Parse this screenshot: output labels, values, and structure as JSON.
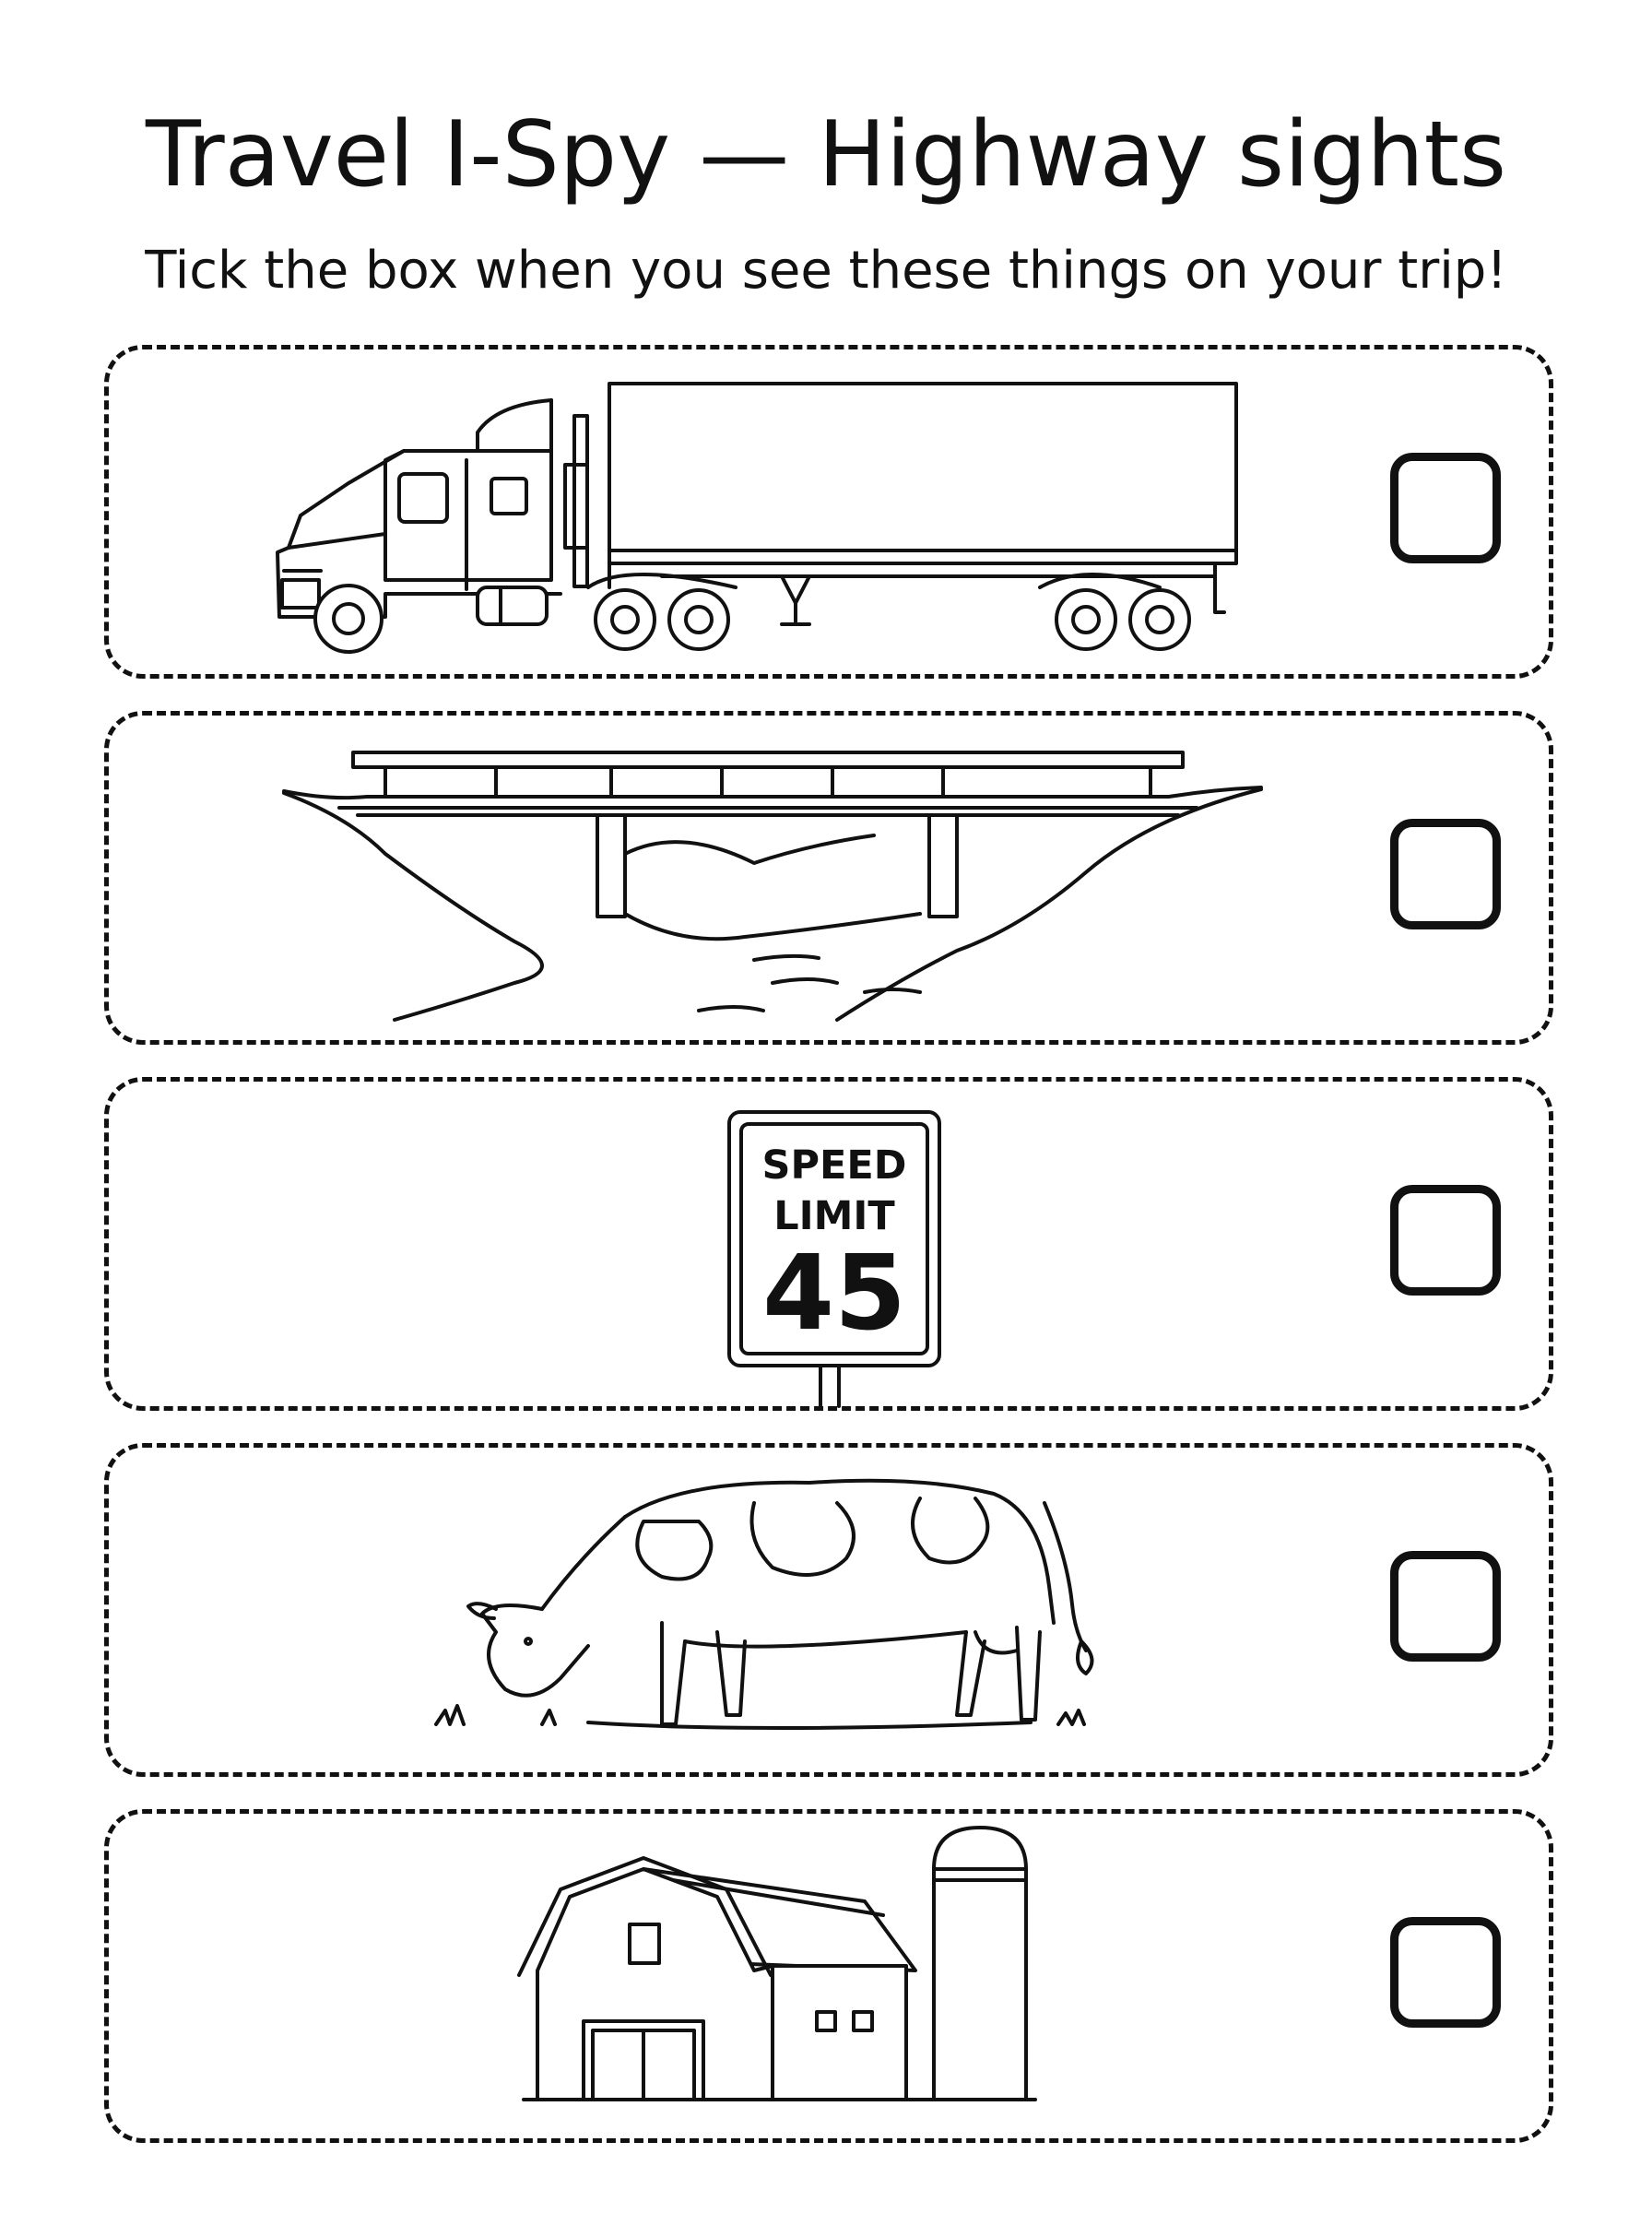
{
  "worksheet": {
    "title": "Travel I-Spy — Highway sights",
    "instructions": "Tick the box when you see these things on your trip!"
  },
  "items": [
    {
      "picture": "semi-truck",
      "checked": false
    },
    {
      "picture": "bridge-over-river",
      "checked": false
    },
    {
      "picture": "speed-limit-sign",
      "checked": false,
      "sign_line1": "SPEED",
      "sign_line2": "LIMIT",
      "sign_number": "45"
    },
    {
      "picture": "grazing-cow",
      "checked": false
    },
    {
      "picture": "barn-with-silo",
      "checked": false
    }
  ],
  "colors": {
    "ink": "#111111",
    "paper": "#ffffff"
  }
}
